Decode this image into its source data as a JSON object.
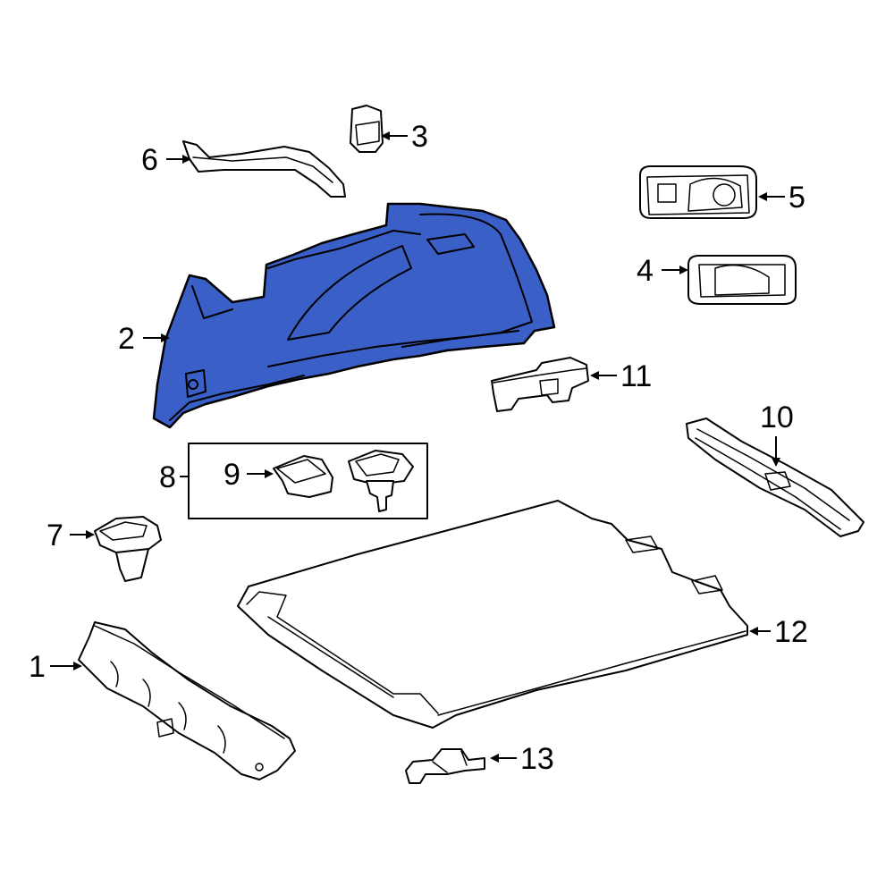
{
  "colors": {
    "highlight": "#3a5fc7",
    "line": "#000000",
    "background": "#ffffff"
  },
  "highlighted_part": "2",
  "callouts": {
    "c1": "1",
    "c2": "2",
    "c3": "3",
    "c4": "4",
    "c5": "5",
    "c6": "6",
    "c7": "7",
    "c8": "8",
    "c9": "9",
    "c10": "10",
    "c11": "11",
    "c12": "12",
    "c13": "13"
  }
}
